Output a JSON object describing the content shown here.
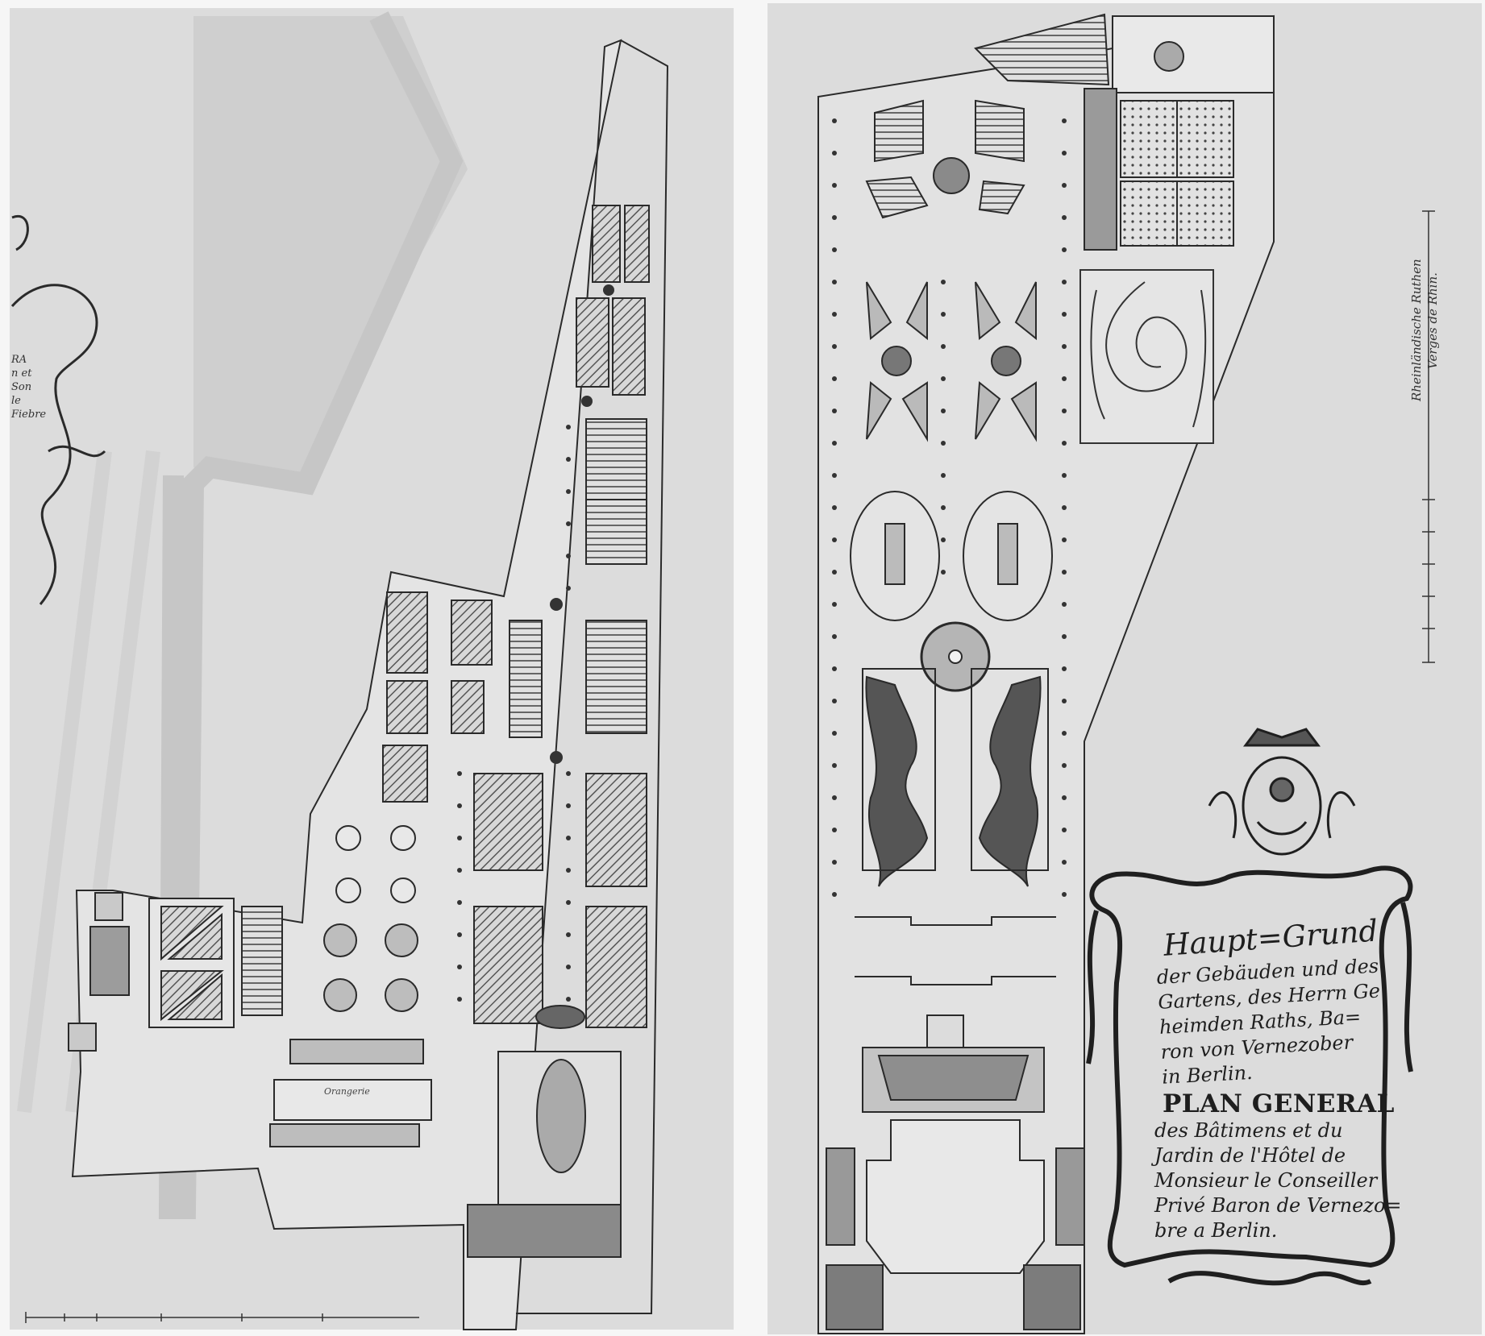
{
  "cartouche": {
    "title": "Haupt=Grund",
    "german_lines": [
      "der Gebäuden und des",
      "Gartens, des Herrn Ge",
      "heimden Raths, Ba=",
      "ron von Vernezober",
      "in Berlin."
    ],
    "plan_heading": "PLAN GENERAL",
    "french_lines": [
      "des Bâtimens et du",
      "Jardin de l'Hôtel de",
      "Monsieur le Conseiller",
      "Privé Baron de Vernezo=",
      "bre a Berlin."
    ]
  },
  "scale_bar": {
    "label_1": "Rheinländische Ruthen",
    "label_2": "Verges de Rhin."
  },
  "left_sheet": {
    "building_label": "Orangerie",
    "edge_fragment": [
      "RA",
      "n et",
      "Son",
      "le",
      "Fiebre"
    ]
  },
  "colors": {
    "ink": "#2a2a2a",
    "paper": "#dcdcdc",
    "shadow": "#c3c3c3",
    "hatch_fill": "#6e6e6e"
  }
}
